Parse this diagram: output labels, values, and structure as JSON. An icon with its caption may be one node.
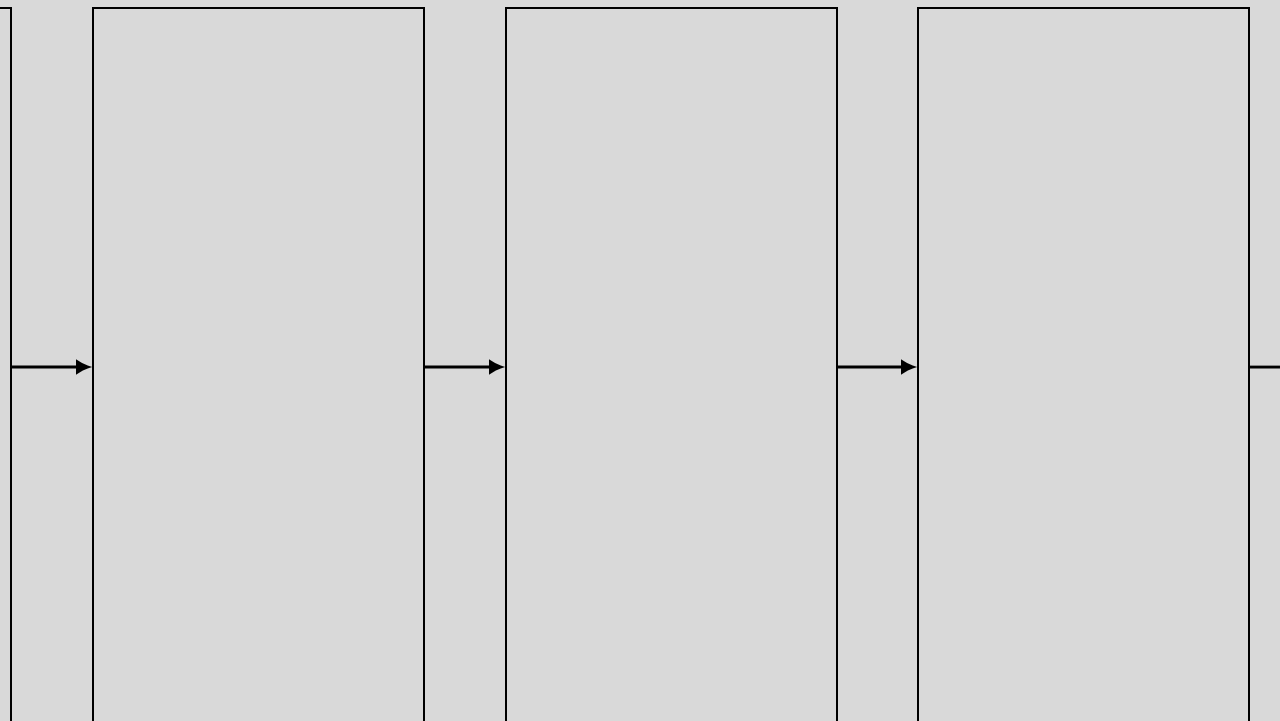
{
  "diagram": {
    "nodes": [
      {
        "text": [],
        "shape": "box"
      },
      {
        "text": [],
        "shape": "box"
      },
      {
        "text": [],
        "shape": "box"
      },
      {
        "text": [],
        "shape": "box"
      }
    ],
    "edges": [
      {
        "from": 0,
        "to": 1,
        "arrow": "to"
      },
      {
        "from": 1,
        "to": 2,
        "arrow": "to"
      },
      {
        "from": 2,
        "to": 3,
        "arrow": "to"
      },
      {
        "from": 3,
        "to": null,
        "arrow": "none"
      }
    ]
  }
}
